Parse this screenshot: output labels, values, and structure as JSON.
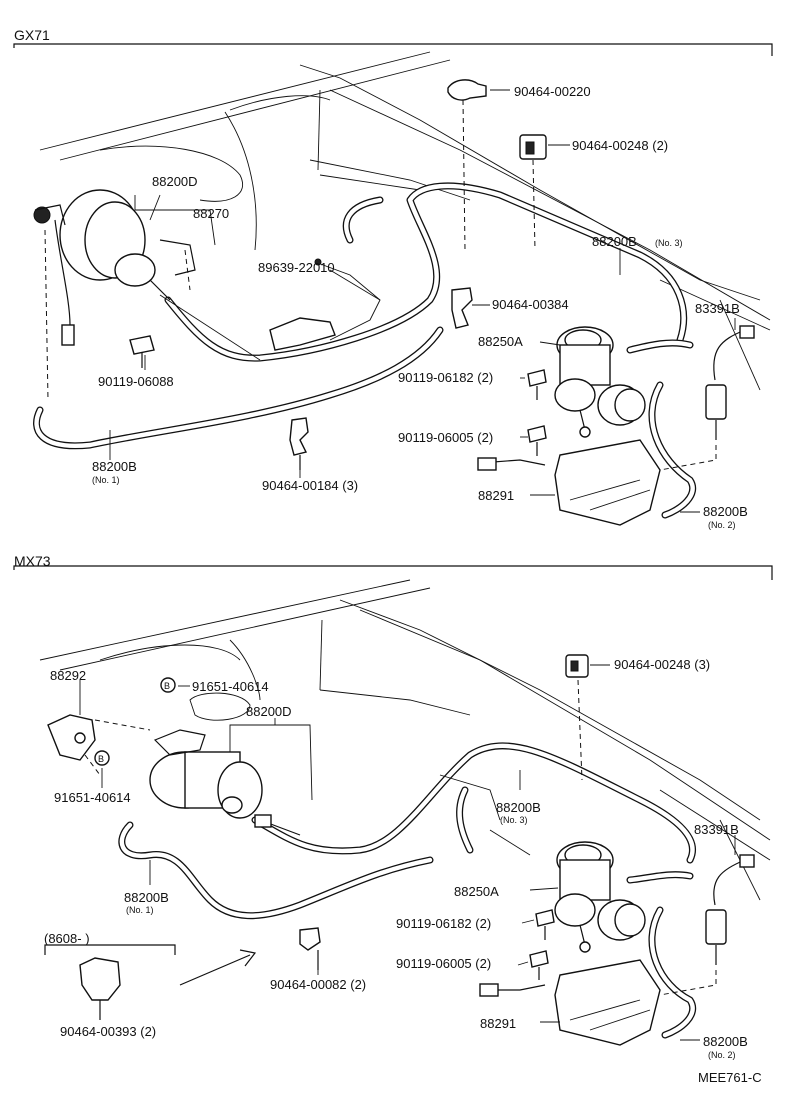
{
  "sections": [
    {
      "title": "GX71",
      "labels": {
        "l_00220": "90464-00220",
        "l_00248": "90464-00248 (2)",
        "l_88200d": "88200D",
        "l_88270": "88270",
        "l_88200b_no3": "88200B",
        "l_88200b_no3_sub": "(No. 3)",
        "l_22010": "89639-22010",
        "l_00384": "90464-00384",
        "l_83391b": "83391B",
        "l_88250a": "88250A",
        "l_06088": "90119-06088",
        "l_06182": "90119-06182 (2)",
        "l_06005": "90119-06005 (2)",
        "l_88200b_no1": "88200B",
        "l_88200b_no1_sub": "(No. 1)",
        "l_00184": "90464-00184 (3)",
        "l_88291": "88291",
        "l_88200b_no2": "88200B",
        "l_88200b_no2_sub": "(No. 2)"
      }
    },
    {
      "title": "MX73",
      "labels": {
        "l_88292": "88292",
        "l_40614a": "91651-40614",
        "l_40614a_mark": "B",
        "l_88200d": "88200D",
        "l_00248": "90464-00248 (3)",
        "l_40614b": "91651-40614",
        "l_40614b_mark": "B",
        "l_88200b_no3": "88200B",
        "l_88200b_no3_sub": "(No. 3)",
        "l_83391b": "83391B",
        "l_88250a": "88250A",
        "l_88200b_no1": "88200B",
        "l_88200b_no1_sub": "(No. 1)",
        "l_06182": "90119-06182 (2)",
        "l_8608": "(8608-        )",
        "l_06005": "90119-06005 (2)",
        "l_00082": "90464-00082 (2)",
        "l_88291": "88291",
        "l_00393": "90464-00393 (2)",
        "l_88200b_no2": "88200B",
        "l_88200b_no2_sub": "(No. 2)"
      }
    }
  ],
  "footer_code": "MEE761-C"
}
